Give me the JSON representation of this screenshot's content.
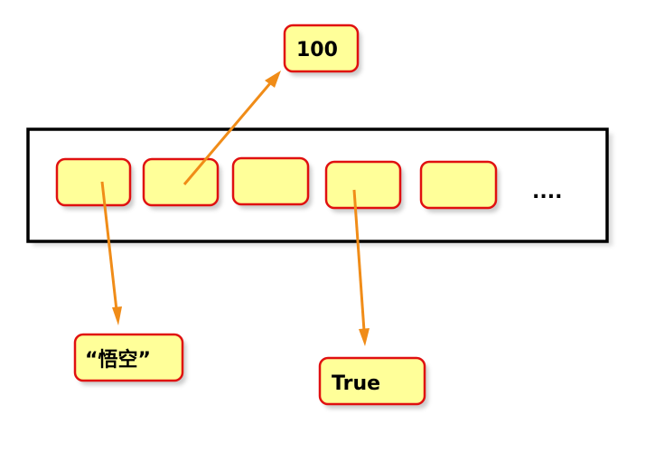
{
  "diagram": {
    "labels": {
      "top_value": "100",
      "string_value": "“悟空”",
      "bool_value": "True",
      "ellipsis": "...."
    },
    "colors": {
      "box_fill": "#ffff99",
      "box_border": "#e01010",
      "arrow": "#f08c18",
      "container_border": "#000000"
    }
  }
}
